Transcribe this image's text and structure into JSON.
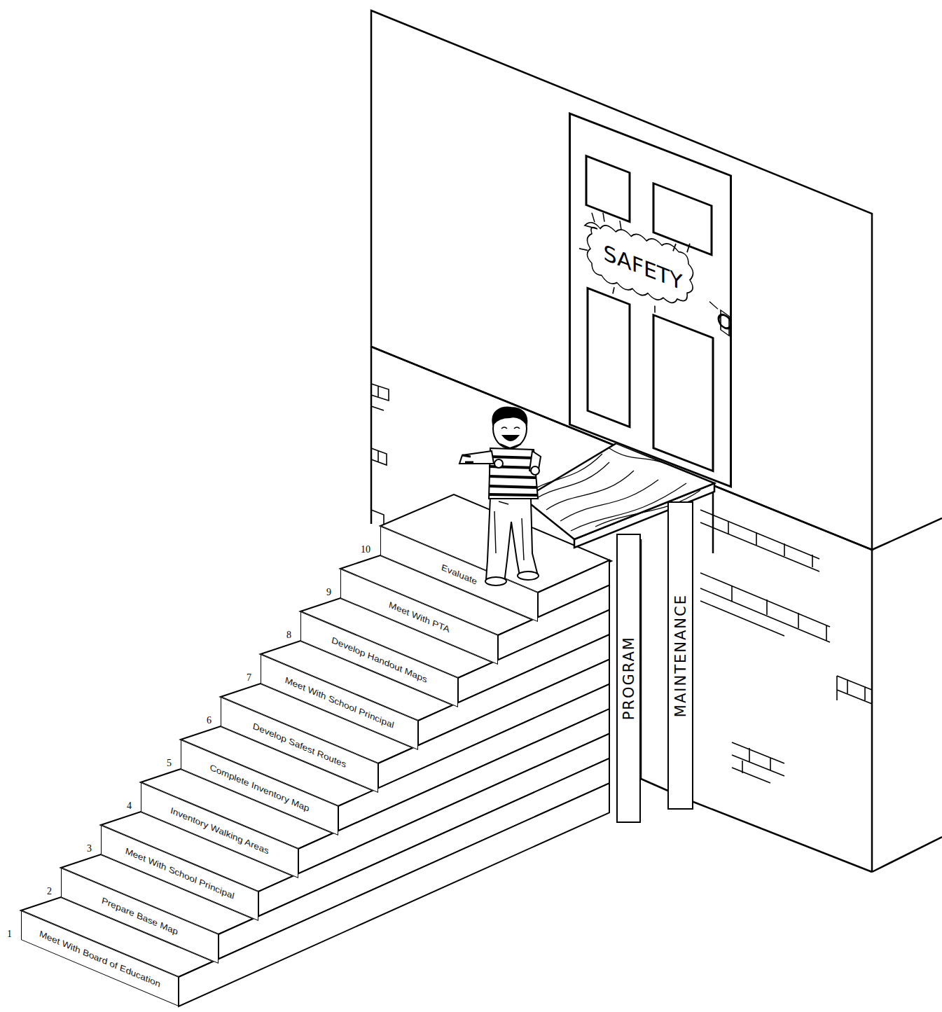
{
  "diagram": {
    "nodes": [
      {
        "text": [
          "Meet With Board of Education"
        ]
      },
      {
        "text": [
          "Prepare Base Map"
        ]
      },
      {
        "text": [
          "Meet With School Principal"
        ]
      },
      {
        "text": [
          "Inventory Walking Areas"
        ]
      },
      {
        "text": [
          "Complete Inventory Map"
        ]
      },
      {
        "text": [
          "Develop Safest Routes"
        ]
      },
      {
        "text": [
          "Meet With School Principal"
        ]
      },
      {
        "text": [
          "Develop Handout Maps"
        ]
      },
      {
        "text": [
          "Meet With PTA"
        ]
      },
      {
        "text": [
          "Evaluate"
        ]
      },
      {
        "text": [
          "SAFETY"
        ]
      },
      {
        "text": [
          "PROGRAM"
        ]
      },
      {
        "text": [
          "MAINTENANCE"
        ]
      }
    ],
    "edges": [],
    "labels": [
      "1",
      "2",
      "3",
      "4",
      "5",
      "6",
      "7",
      "8",
      "9",
      "10"
    ]
  }
}
